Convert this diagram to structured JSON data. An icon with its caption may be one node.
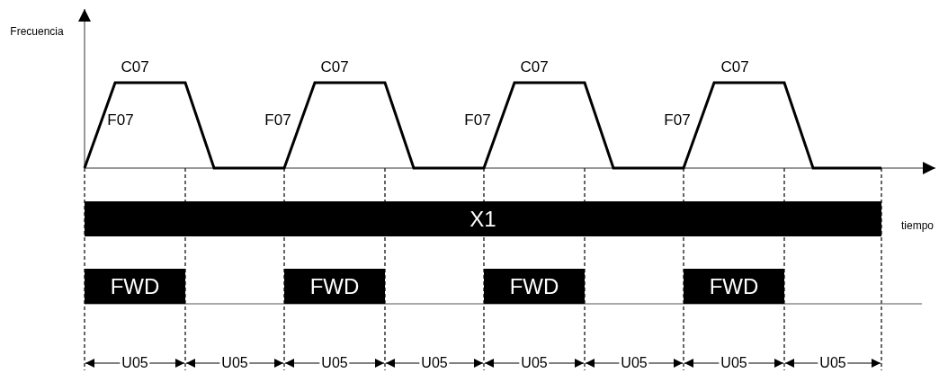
{
  "diagram": {
    "nodes": [
      {
        "text": [
          "X1"
        ]
      },
      {
        "text": [
          "FWD"
        ]
      },
      {
        "text": [
          "FWD"
        ]
      },
      {
        "text": [
          "FWD"
        ]
      },
      {
        "text": [
          "FWD"
        ]
      }
    ],
    "labels": [
      "Frecuencia",
      "C07",
      "C07",
      "C07",
      "C07",
      "F07",
      "F07",
      "F07",
      "F07",
      "tiempo",
      "U05",
      "U05",
      "U05",
      "U05",
      "U05",
      "U05",
      "U05",
      "U05"
    ]
  }
}
